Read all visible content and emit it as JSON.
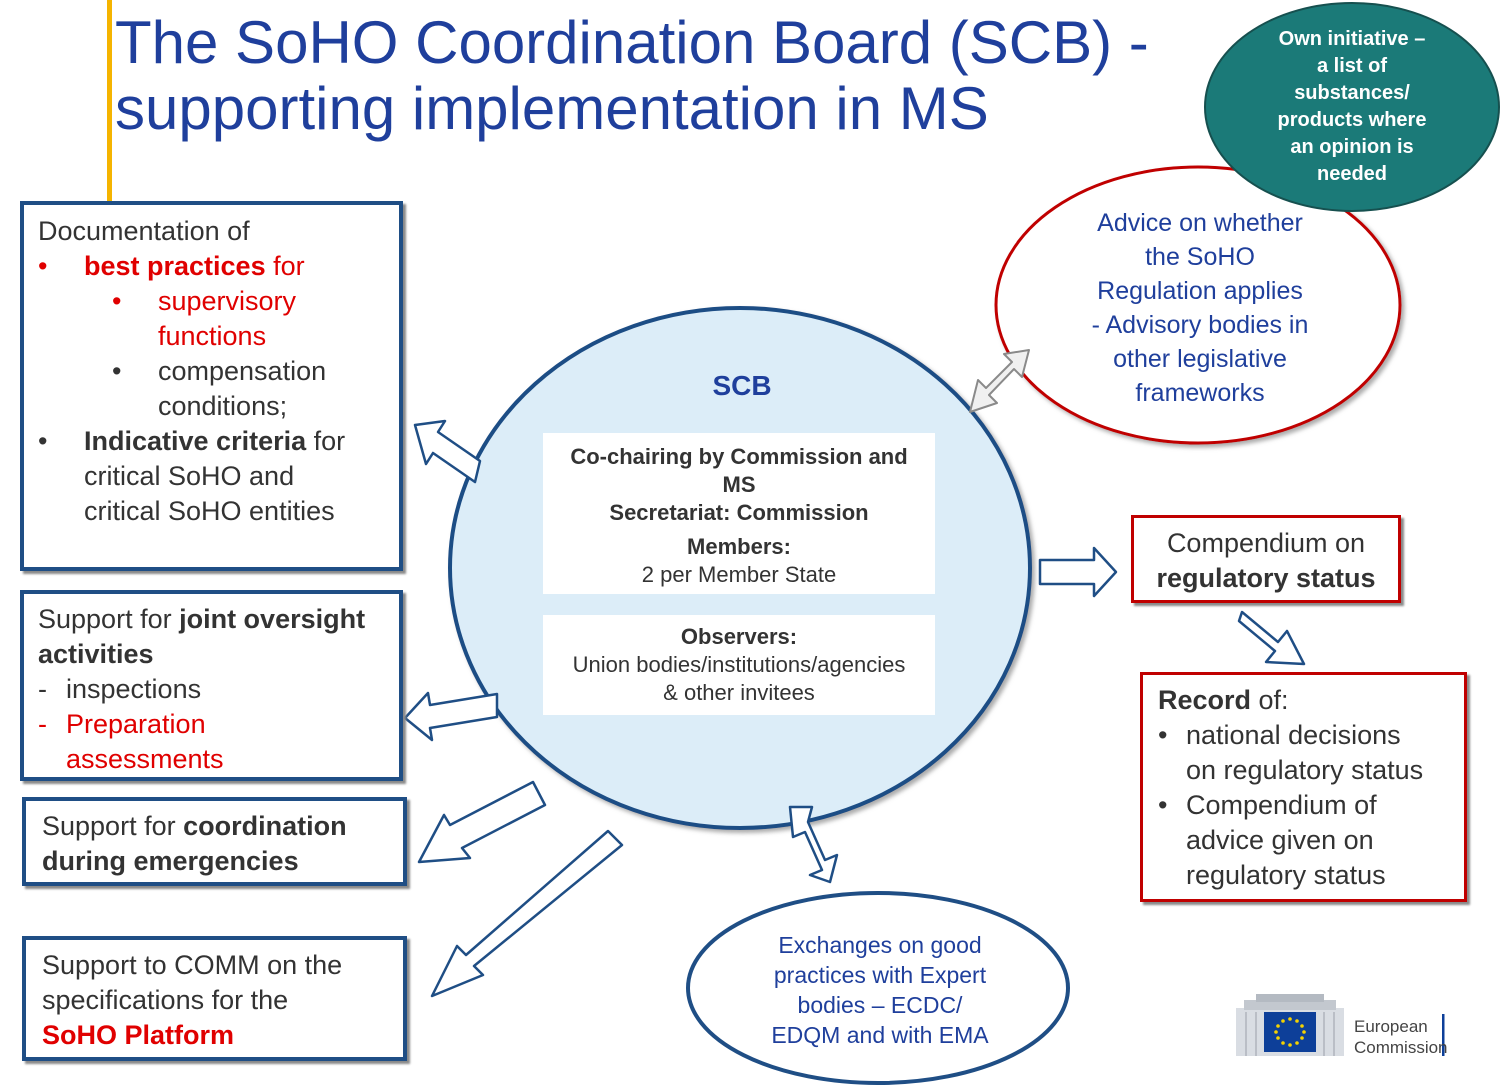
{
  "title": {
    "line1": "The SoHO Coordination Board (SCB)  -",
    "line2": "supporting implementation in MS"
  },
  "own_initiative": {
    "lines": [
      "Own initiative –",
      "a list of",
      "substances/",
      "products where",
      "an opinion is",
      "needed"
    ]
  },
  "advice_ellipse": {
    "lines": [
      "Advice on whether",
      "the SoHO",
      "Regulation applies",
      "-  Advisory bodies in",
      "other legislative",
      "frameworks"
    ]
  },
  "scb": {
    "label": "SCB",
    "chair_line1": "Co-chairing by Commission and",
    "chair_line2": "MS",
    "secretariat": "Secretariat: Commission",
    "members_label": "Members:",
    "members_value": "2 per Member State",
    "observers_label": "Observers:",
    "observers_line1": "Union bodies/institutions/agencies",
    "observers_line2": "& other invitees"
  },
  "documentation_box": {
    "heading": "Documentation of",
    "item1_bold": "best practices",
    "item1_rest": " for",
    "sub1_line1": "supervisory",
    "sub1_line2": "functions",
    "sub2_line1": "compensation",
    "sub2_line2": "conditions;",
    "item2_bold": "Indicative criteria",
    "item2_rest": " for",
    "item2_line2": "critical SoHO and",
    "item2_line3": "critical SoHO entities",
    "bullet": "•"
  },
  "joint_oversight_box": {
    "prefix": "Support for ",
    "bold1": "joint oversight",
    "bold2": "activities",
    "dash": "-",
    "item1": "inspections",
    "item2_line1": "Preparation",
    "item2_line2": "assessments"
  },
  "coordination_box": {
    "prefix": "Support for ",
    "bold1": "coordination",
    "bold2": "during emergencies"
  },
  "platform_box": {
    "line1": "Support to COMM on the",
    "line2": "specifications for the",
    "line3": "SoHO Platform"
  },
  "compendium_box": {
    "line1": "Compendium on",
    "line2": "regulatory status"
  },
  "record_box": {
    "bold": "Record",
    "rest": " of:",
    "bullet": "•",
    "item1_line1": "national decisions",
    "item1_line2": "on regulatory status",
    "item2_line1": "Compendium of",
    "item2_line2": "advice given on",
    "item2_line3": "regulatory status"
  },
  "exchanges_ellipse": {
    "lines": [
      "Exchanges on good",
      "practices with Expert",
      "bodies – ECDC/",
      "EDQM and with EMA"
    ]
  },
  "logo": {
    "line1": "European",
    "line2": "Commission"
  },
  "colors": {
    "title_blue": "#1f3f9c",
    "box_border_blue": "#1f4e85",
    "box_border_red": "#c00000",
    "teal": "#1b7a78",
    "scb_fill": "#dcedf8",
    "highlight_red": "#e00000",
    "accent_yellow": "#f5b400"
  }
}
